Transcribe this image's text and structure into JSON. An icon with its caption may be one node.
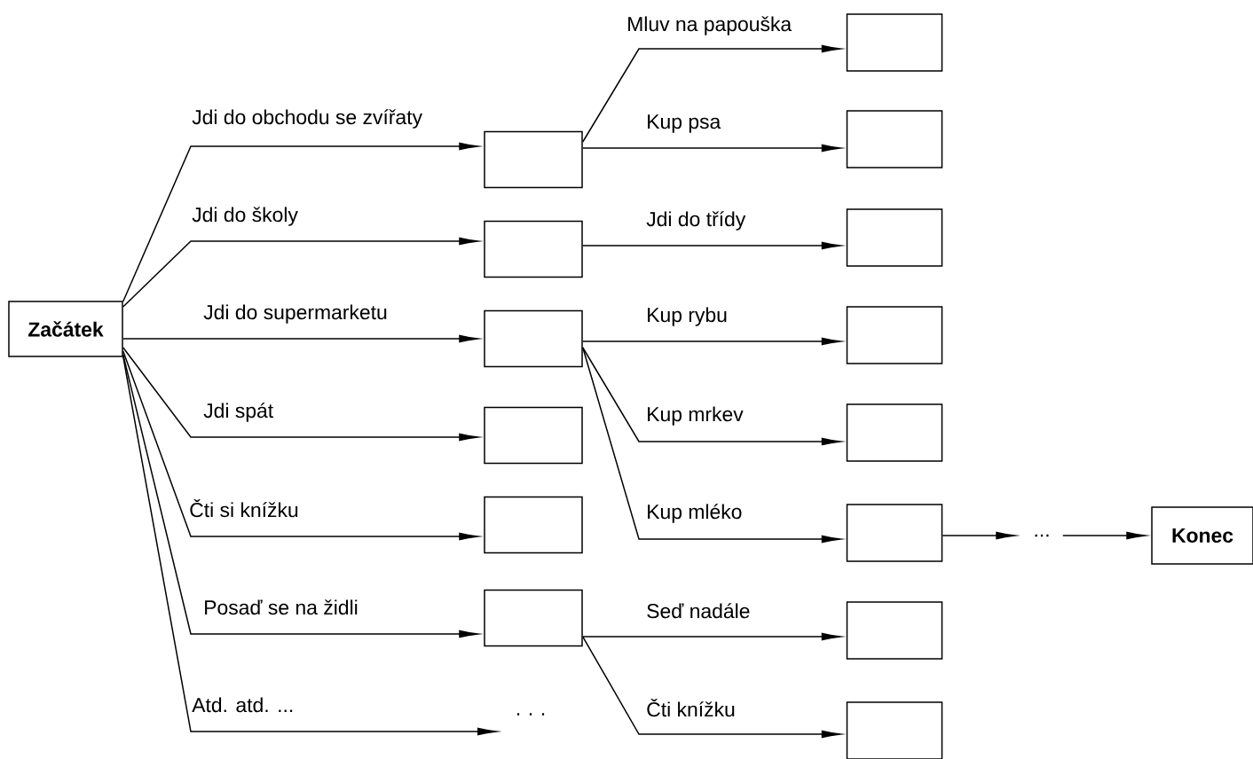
{
  "diagram": {
    "nodes": [
      {
        "text": [
          "Začátek"
        ]
      },
      {
        "text": [],
        "shape": "box"
      },
      {
        "text": [],
        "shape": "box"
      },
      {
        "text": [],
        "shape": "box"
      },
      {
        "text": [],
        "shape": "box"
      },
      {
        "text": [],
        "shape": "box"
      },
      {
        "text": [],
        "shape": "box"
      },
      {
        "text": [
          "· · ·"
        ]
      },
      {
        "text": [],
        "shape": "box"
      },
      {
        "text": [],
        "shape": "box"
      },
      {
        "text": [],
        "shape": "box"
      },
      {
        "text": [],
        "shape": "box"
      },
      {
        "text": [],
        "shape": "box"
      },
      {
        "text": [],
        "shape": "box"
      },
      {
        "text": [],
        "shape": "box"
      },
      {
        "text": [],
        "shape": "box"
      },
      {
        "text": [
          "..."
        ]
      },
      {
        "text": [
          "Konec"
        ]
      }
    ],
    "edges": [
      {
        "from": 0,
        "to": 1,
        "arrow": "to",
        "label": "Jdi do obchodu se zvířaty"
      },
      {
        "from": 0,
        "to": 2,
        "arrow": "to",
        "label": "Jdi do školy"
      },
      {
        "from": 0,
        "to": 3,
        "arrow": "to",
        "label": "Jdi do supermarketu"
      },
      {
        "from": 0,
        "to": 4,
        "arrow": "to",
        "label": "Jdi spát"
      },
      {
        "from": 0,
        "to": 5,
        "arrow": "to",
        "label": "Čti si knížku"
      },
      {
        "from": 0,
        "to": 6,
        "arrow": "to",
        "label": "Posaď se na židli"
      },
      {
        "from": 0,
        "to": 7,
        "arrow": "to",
        "label": "Atd. atd. ..."
      },
      {
        "from": 1,
        "to": 8,
        "arrow": "to",
        "label": "Mluv na papouška"
      },
      {
        "from": 1,
        "to": 9,
        "arrow": "to",
        "label": "Kup psa"
      },
      {
        "from": 2,
        "to": 10,
        "arrow": "to",
        "label": "Jdi do třídy"
      },
      {
        "from": 3,
        "to": 11,
        "arrow": "to",
        "label": "Kup rybu"
      },
      {
        "from": 3,
        "to": 12,
        "arrow": "to",
        "label": "Kup mrkev"
      },
      {
        "from": 3,
        "to": 13,
        "arrow": "to",
        "label": "Kup mléko"
      },
      {
        "from": 6,
        "to": 14,
        "arrow": "to",
        "label": "Seď nadále"
      },
      {
        "from": 6,
        "to": 15,
        "arrow": "to",
        "label": "Čti knížku"
      },
      {
        "from": 13,
        "to": 16,
        "arrow": "to"
      },
      {
        "from": 16,
        "to": 17,
        "arrow": "to"
      }
    ]
  }
}
